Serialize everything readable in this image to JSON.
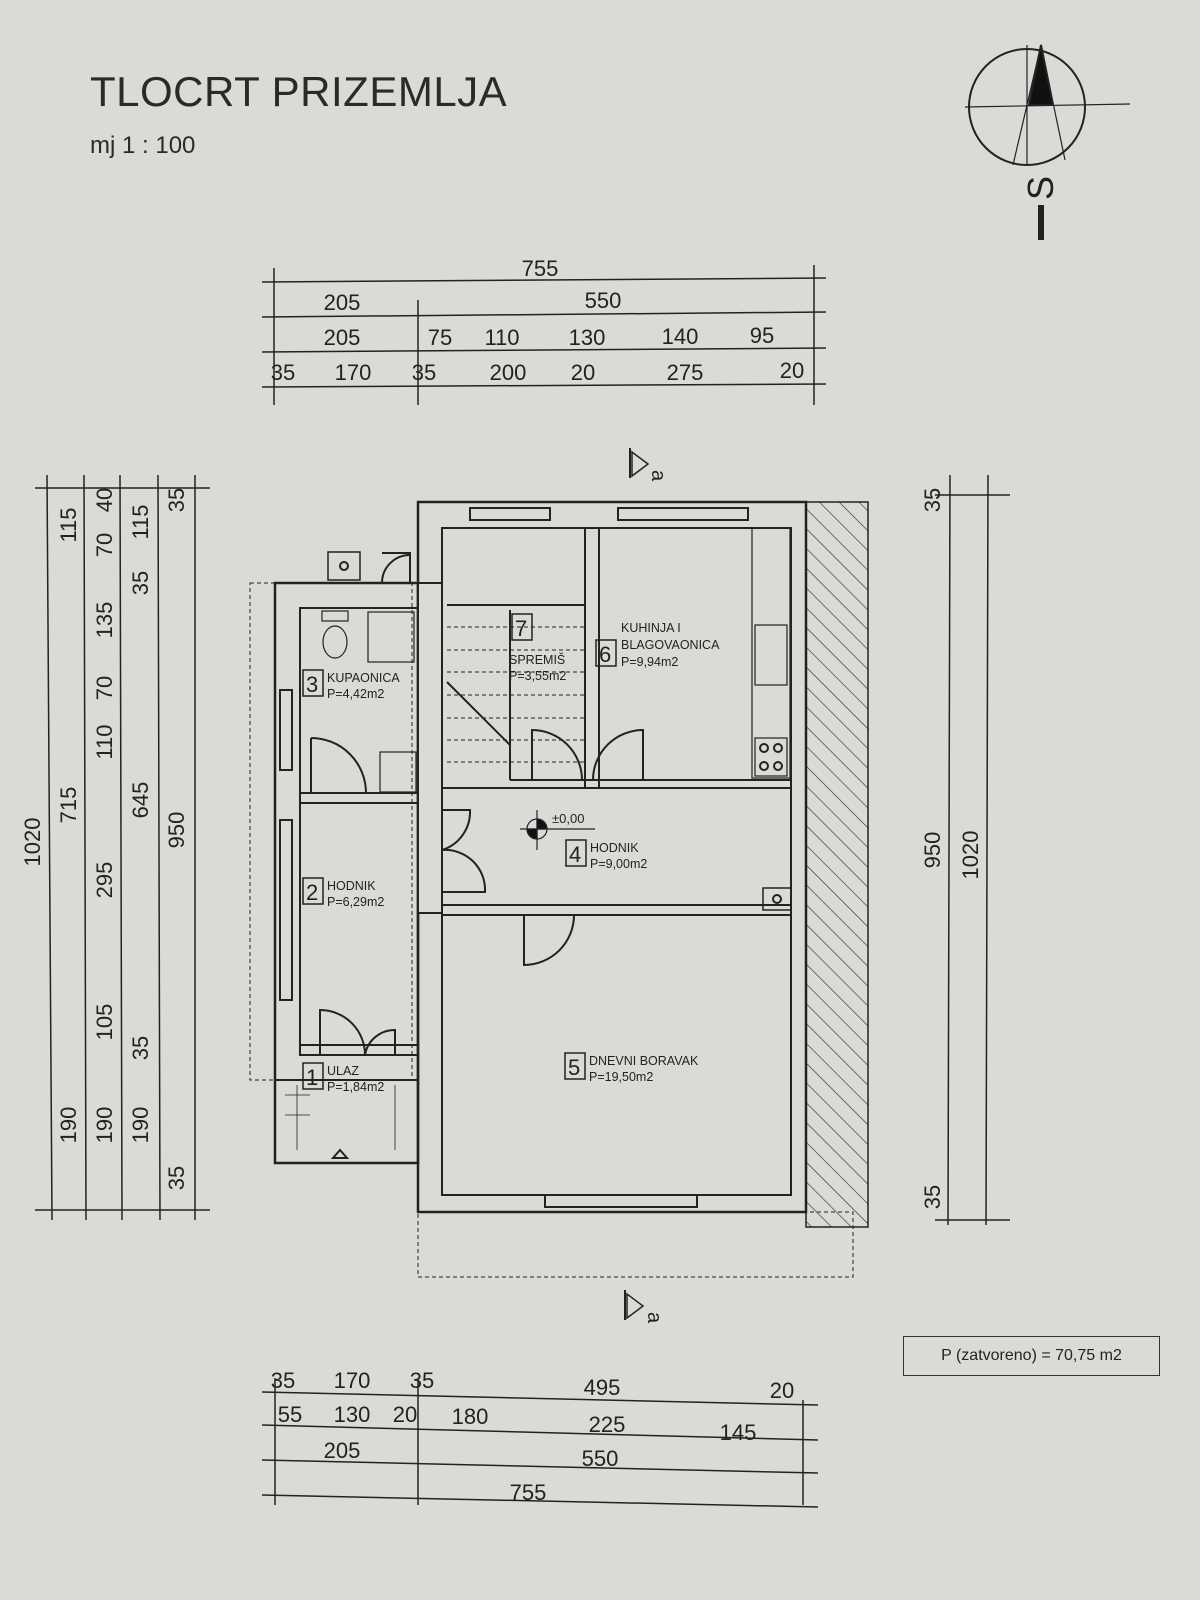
{
  "title": "TLOCRT PRIZEMLJA",
  "scale": "mj 1 : 100",
  "north_label": "S",
  "section_label": "a",
  "level": "±0,00",
  "total_area": "P (zatvoreno) =  70,75 m2",
  "rooms": [
    {
      "num": "1",
      "name": "ULAZ",
      "area": "P=1,84m2"
    },
    {
      "num": "2",
      "name": "HODNIK",
      "area": "P=6,29m2"
    },
    {
      "num": "3",
      "name": "KUPAONICA",
      "area": "P=4,42m2"
    },
    {
      "num": "4",
      "name": "HODNIK",
      "area": "P=9,00m2"
    },
    {
      "num": "5",
      "name": "DNEVNI BORAVAK",
      "area": "P=19,50m2"
    },
    {
      "num": "6",
      "name": "KUHINJA I",
      "name2": "BLAGOVAONICA",
      "area": "P=9,94m2"
    },
    {
      "num": "7",
      "name": "SPREMIŠ",
      "area": "P=3,55m2"
    }
  ],
  "dimensions": {
    "top": [
      [
        "755"
      ],
      [
        "205",
        "550"
      ],
      [
        "205",
        "75",
        "110",
        "130",
        "140",
        "95"
      ],
      [
        "35",
        "170",
        "35",
        "200",
        "20",
        "275",
        "20"
      ]
    ],
    "bottom": [
      [
        "35",
        "170",
        "35",
        "495",
        "20"
      ],
      [
        "55",
        "130",
        "20",
        "180",
        "225",
        "145"
      ],
      [
        "205",
        "550"
      ],
      [
        "755"
      ]
    ],
    "left": [
      [
        "1020"
      ],
      [
        "115",
        "715",
        "190"
      ],
      [
        "40",
        "70",
        "135",
        "70",
        "110",
        "295",
        "105",
        "190"
      ],
      [
        "115",
        "35",
        "645",
        "35",
        "190"
      ],
      [
        "35",
        "950",
        "35"
      ]
    ],
    "right": [
      [
        "35",
        "950",
        "35"
      ],
      [
        "1020"
      ]
    ]
  }
}
